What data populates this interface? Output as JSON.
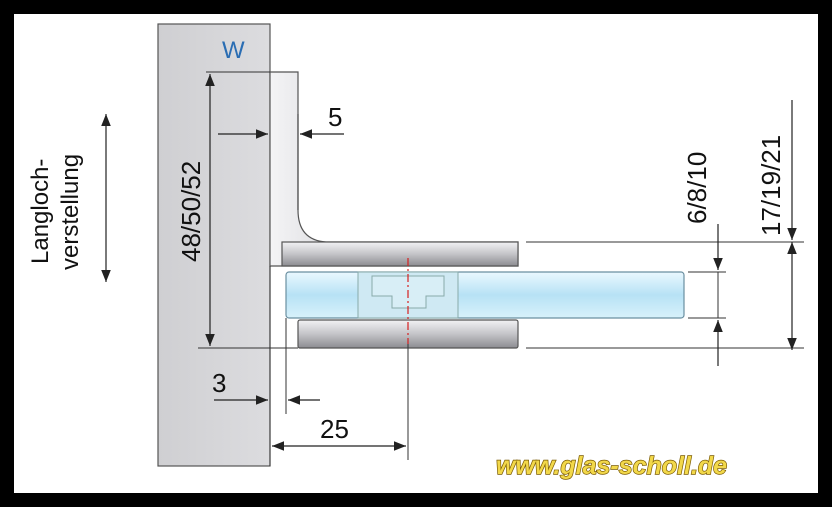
{
  "title": "",
  "labels": {
    "wall": "W",
    "slot_adjust_line1": "Langloch-",
    "slot_adjust_line2": "verstellung"
  },
  "dimensions": {
    "height_total": "48/50/52",
    "plate_offset": "5",
    "glass_thickness": "6/8/10",
    "clamp_height": "17/19/21",
    "wall_gap": "3",
    "depth": "25"
  },
  "watermark": "www.glas-scholl.de",
  "colors": {
    "frame": "#000000",
    "background": "#ffffff",
    "wall": "#d6d6d8",
    "metal_light": "#e8e8ea",
    "metal_dark": "#9a9a9e",
    "glass": "#bfe6f7",
    "axis_red": "#d62020",
    "wall_label": "#2a6db3",
    "watermark": "#f2d84a"
  }
}
